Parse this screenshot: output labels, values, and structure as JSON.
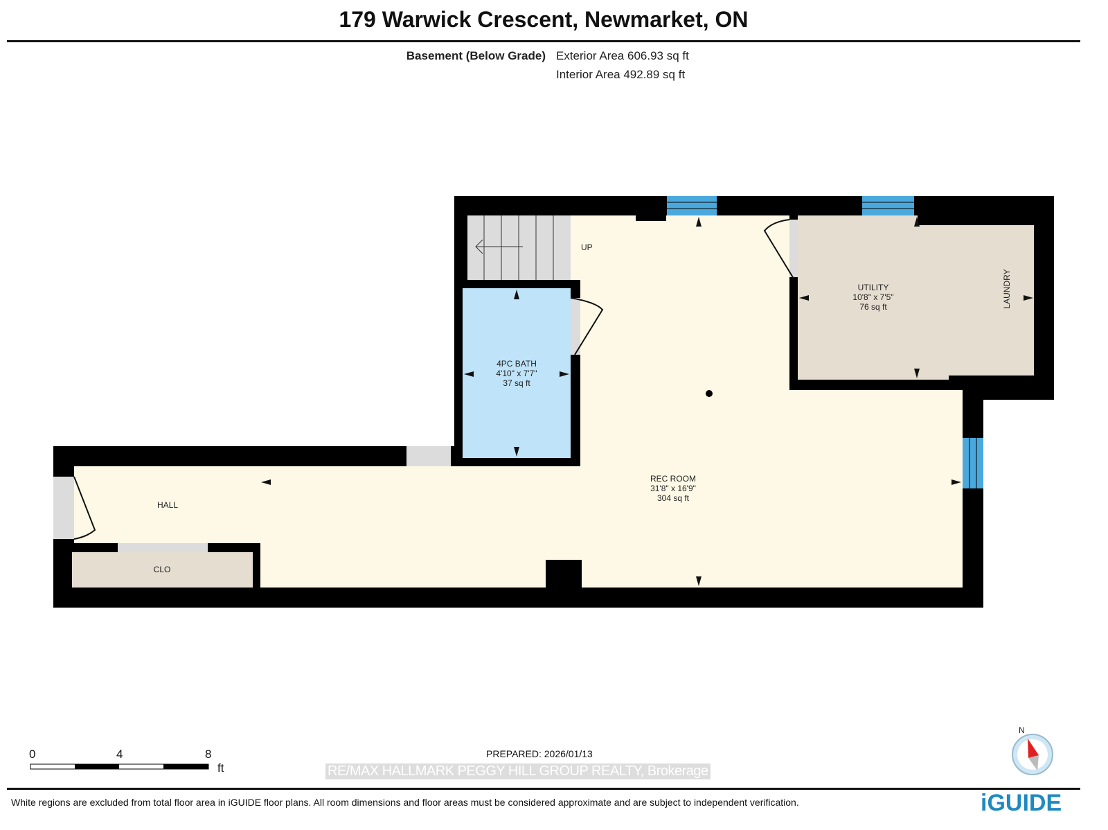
{
  "title": "179 Warwick Crescent, Newmarket, ON",
  "floor": {
    "name": "Basement (Below Grade)",
    "exterior_area": "Exterior Area 606.93 sq ft",
    "interior_area": "Interior Area 492.89 sq ft"
  },
  "rooms": {
    "rec": {
      "name": "REC ROOM",
      "dims": "31'8\" x 16'9\"",
      "area": "304 sq ft"
    },
    "bath": {
      "name": "4PC BATH",
      "dims": "4'10\" x 7'7\"",
      "area": "37 sq ft"
    },
    "utility": {
      "name": "UTILITY",
      "dims": "10'8\" x 7'5\"",
      "area": "76 sq ft"
    },
    "laundry": "LAUNDRY",
    "hall": "HALL",
    "clo": "CLO",
    "stairs": "UP"
  },
  "scale": {
    "ticks": [
      "0",
      "4",
      "8"
    ],
    "unit": "ft"
  },
  "compass": {
    "label": "N"
  },
  "prepared": "PREPARED: 2026/01/13",
  "brokerage": "RE/MAX HALLMARK PEGGY HILL GROUP REALTY, Brokerage",
  "disclaimer": "White regions are excluded from total floor area in iGUIDE floor plans. All room dimensions and floor areas must be considered approximate and are subject to independent verification.",
  "logo": "iGUIDE",
  "colors": {
    "wall": "#000000",
    "rec": "#fdf9e6",
    "bath": "#bfe3f8",
    "utility": "#e5ddd0",
    "window": "#4aa8dc",
    "opening": "#dcdcdc"
  }
}
